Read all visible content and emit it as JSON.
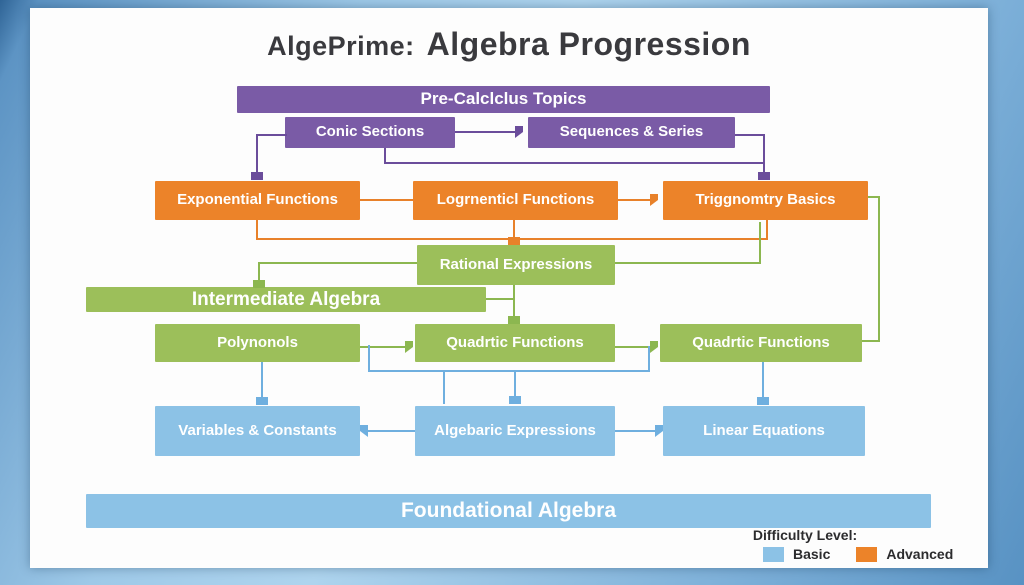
{
  "title": {
    "brand": "AlgePrime:",
    "main": "Algebra Progression"
  },
  "nodes": {
    "pre_calculus": "Pre-Calclclus Topics",
    "conic_sections": "Conic Sections",
    "sequences_series": "Sequences & Series",
    "exponential_functions": "Exponential Functions",
    "logarithmic_functions": "Logrnenticl Functions",
    "trigonometry_basics": "Triggnomtry Basics",
    "rational_expressions": "Rational Expressions",
    "intermediate_algebra": "Intermediate Algebra",
    "polynomials": "Polynonols",
    "quadratic_functions_mid": "Quadrtic Functions",
    "quadratic_functions_right": "Quadrtic Functions",
    "variables_constants": "Variables & Constants",
    "algebraic_expressions": "Algebaric Expressions",
    "linear_equations": "Linear Equations",
    "foundational_algebra": "Foundational Algebra"
  },
  "legend": {
    "title": "Difficulty Level:",
    "items": [
      {
        "label": "Basic",
        "color": "#8cc2e6"
      },
      {
        "label": "Advanced",
        "color": "#ec8329"
      }
    ]
  },
  "colors": {
    "purple": "#7a5ba6",
    "orange": "#ec8329",
    "green": "#9cbf5a",
    "blue": "#8cc2e6",
    "title_text": "#3a3a3e"
  }
}
